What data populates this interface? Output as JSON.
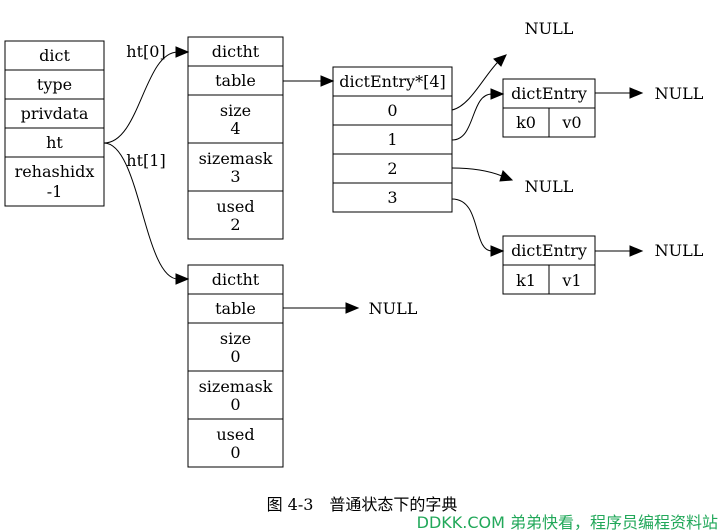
{
  "dict": {
    "title": "dict",
    "fields": [
      "type",
      "privdata",
      "ht",
      "rehashidx",
      "-1"
    ]
  },
  "ht0": {
    "edge_label": "ht[0]",
    "title": "dictht",
    "table": "table",
    "size_label": "size",
    "size_value": "4",
    "sizemask_label": "sizemask",
    "sizemask_value": "3",
    "used_label": "used",
    "used_value": "2"
  },
  "ht1": {
    "edge_label": "ht[1]",
    "title": "dictht",
    "table": "table",
    "table_target": "NULL",
    "size_label": "size",
    "size_value": "0",
    "sizemask_label": "sizemask",
    "sizemask_value": "0",
    "used_label": "used",
    "used_value": "0"
  },
  "entries": {
    "title": "dictEntry*[4]",
    "slots": [
      "0",
      "1",
      "2",
      "3"
    ]
  },
  "null_label": "NULL",
  "entry_a": {
    "title": "dictEntry",
    "key": "k0",
    "value": "v0",
    "next": "NULL"
  },
  "entry_b": {
    "title": "dictEntry",
    "key": "k1",
    "value": "v1",
    "next": "NULL"
  },
  "caption": "图 4-3　普通状态下的字典",
  "watermark": "DDKK.COM 弟弟快看，程序员编程资料站"
}
